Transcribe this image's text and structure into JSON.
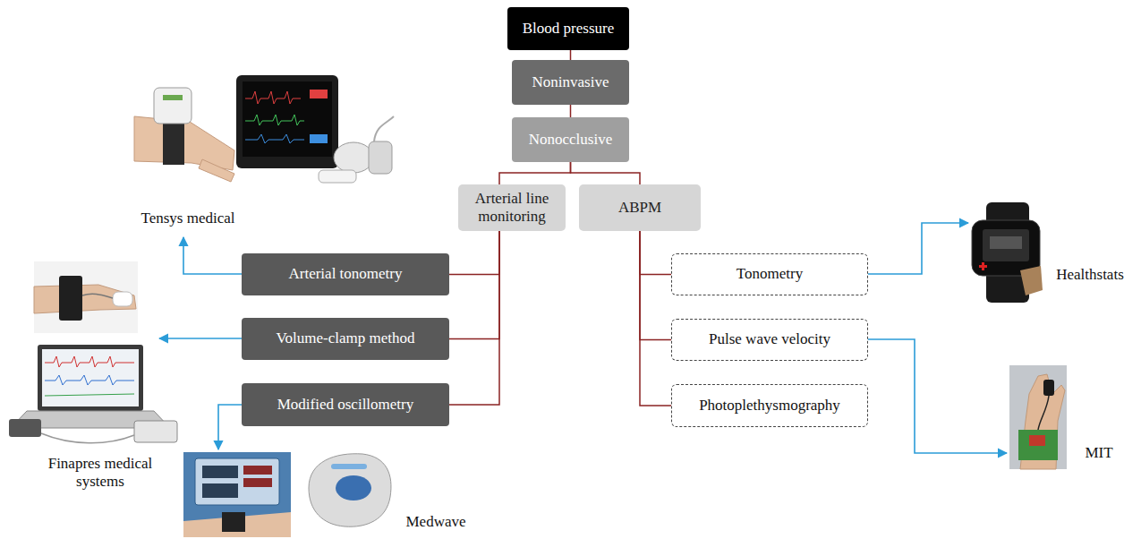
{
  "diagram": {
    "nodes": [
      {
        "text": [
          "Blood pressure"
        ]
      },
      {
        "text": [
          "Noninvasive"
        ]
      },
      {
        "text": [
          "Nonocclusive"
        ]
      },
      {
        "text": [
          "Arterial line monitoring"
        ]
      },
      {
        "text": [
          "ABPM"
        ]
      },
      {
        "text": [
          "Arterial tonometry"
        ]
      },
      {
        "text": [
          "Volume-clamp method"
        ]
      },
      {
        "text": [
          "Modified oscillometry"
        ]
      },
      {
        "text": [
          "Tonometry"
        ]
      },
      {
        "text": [
          "Pulse wave velocity"
        ]
      },
      {
        "text": [
          "Photoplethysmography"
        ]
      }
    ],
    "edges": [
      {
        "from": 0,
        "to": 1,
        "arrow": "none"
      },
      {
        "from": 1,
        "to": 2,
        "arrow": "none"
      },
      {
        "from": 2,
        "to": 3,
        "arrow": "none"
      },
      {
        "from": 2,
        "to": 4,
        "arrow": "none"
      },
      {
        "from": 3,
        "to": 5,
        "arrow": "none"
      },
      {
        "from": 3,
        "to": 6,
        "arrow": "none"
      },
      {
        "from": 3,
        "to": 7,
        "arrow": "none"
      },
      {
        "from": 4,
        "to": 8,
        "arrow": "none"
      },
      {
        "from": 4,
        "to": 9,
        "arrow": "none"
      },
      {
        "from": 4,
        "to": 10,
        "arrow": "none"
      }
    ],
    "labels": [
      "Tensys medical",
      "Healthstats",
      "Finapres medical systems",
      "MIT",
      "Medwave"
    ]
  }
}
